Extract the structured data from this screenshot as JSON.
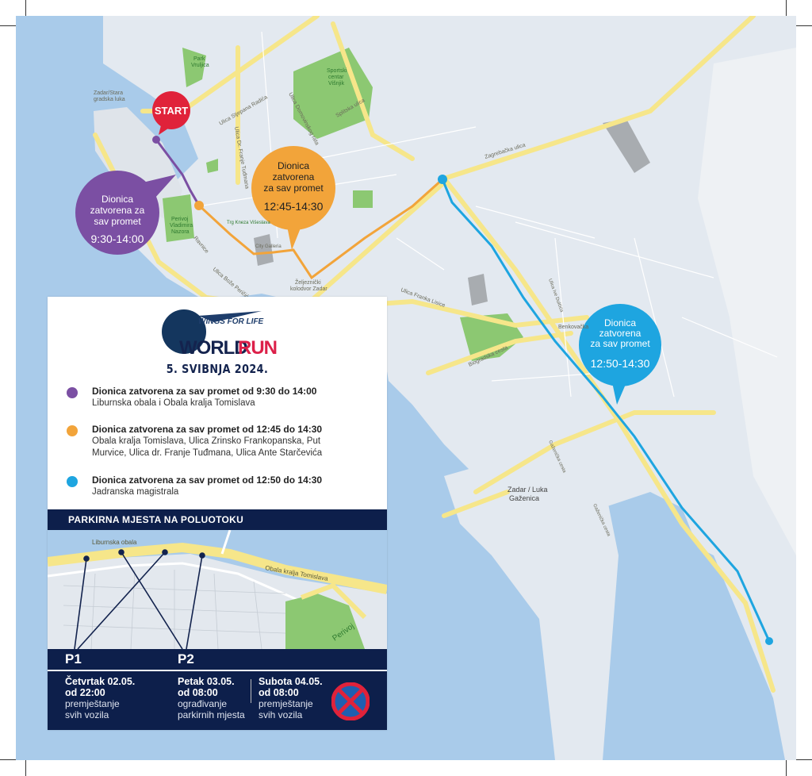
{
  "map": {
    "start_label": "START",
    "places": {
      "stara_luka_1": "Zadar/Stara",
      "stara_luka_2": "gradska luka",
      "park_vruljica_1": "Park",
      "park_vruljica_2": "Vruljica",
      "sportski_1": "Sportski",
      "sportski_2": "centar",
      "sportski_3": "Višnjik",
      "perivoj_1": "Perivoj",
      "perivoj_2": "Vladimira",
      "perivoj_3": "Nazora",
      "trg": "Trg Kneza Višeslava",
      "galerija": "City Galleria",
      "kolodvor_1": "Željeznički",
      "kolodvor_2": "kolodvor Zadar",
      "luka_1": "Zadar / Luka",
      "luka_2": "Gaženica"
    },
    "streets": {
      "radica": "Ulica Stjepana Radića",
      "tudmana": "Ulica Dr. Franje Tuđmana",
      "domovinskog": "Ulica Domovinskog rata",
      "spalatska": "Splitska ulica",
      "zagrebacka": "Zagrebačka ulica",
      "ravnice": "Ravnice",
      "bozo": "Ulica Bože Peričića",
      "lisice": "Ulica Franka Lisice",
      "benkovacka": "Benkovačka",
      "biogradska": "Biogradska cesta",
      "dubice": "Ulica Ive Dulčića",
      "gazenicka1": "Gaženička cesta",
      "gazenicka2": "Gaženička cesta"
    },
    "bubbles": [
      {
        "line1": "Dionica",
        "line2": "zatvorena za",
        "line3": "sav promet",
        "time": "9:30-14:00",
        "color": "#7b4fa3"
      },
      {
        "line1": "Dionica",
        "line2": "zatvorena",
        "line3": "za sav promet",
        "time": "12:45-14:30",
        "color": "#f2a43a"
      },
      {
        "line1": "Dionica",
        "line2": "zatvorena",
        "line3": "za sav promet",
        "time": "12:50-14:30",
        "color": "#1ea5e0"
      }
    ]
  },
  "legend": {
    "logo_top": "WINGS FOR LIFE",
    "logo_world": "WORLD",
    "logo_run": "RUN",
    "date": "5. SVIBNJA 2024.",
    "items": [
      {
        "title": "Dionica zatvorena za sav promet od 9:30 do 14:00",
        "sub": "Liburnska obala i Obala kralja Tomislava",
        "color": "#7b4fa3"
      },
      {
        "title": "Dionica zatvorena za sav promet od 12:45 do 14:30",
        "sub": "Obala kralja Tomislava, Ulica Zrinsko Frankopanska, Put Murvice, Ulica dr. Franje Tuđmana, Ulica Ante Starčevića",
        "color": "#f2a43a"
      },
      {
        "title": "Dionica zatvorena za sav promet od 12:50 do 14:30",
        "sub": "Jadranska magistrala",
        "color": "#1ea5e0"
      }
    ],
    "parking": {
      "header": "PARKIRNA MJESTA NA POLUOTOKU",
      "inset_labels": {
        "liburnska": "Liburnska obala",
        "tomislava": "Obala kralja Tomislava",
        "perivoj": "Perivoj"
      },
      "p1": "P1",
      "p2": "P2",
      "columns": [
        {
          "date": "Četvrtak 02.05.",
          "time": "od 22:00",
          "desc1": "premještanje",
          "desc2": "svih vozila"
        },
        {
          "date": "Petak 03.05.",
          "time": "od 08:00",
          "desc1": "ograđivanje",
          "desc2": "parkirnih mjesta"
        },
        {
          "date": "Subota 04.05.",
          "time": "od 08:00",
          "desc1": "premještanje",
          "desc2": "svih vozila"
        }
      ]
    }
  }
}
